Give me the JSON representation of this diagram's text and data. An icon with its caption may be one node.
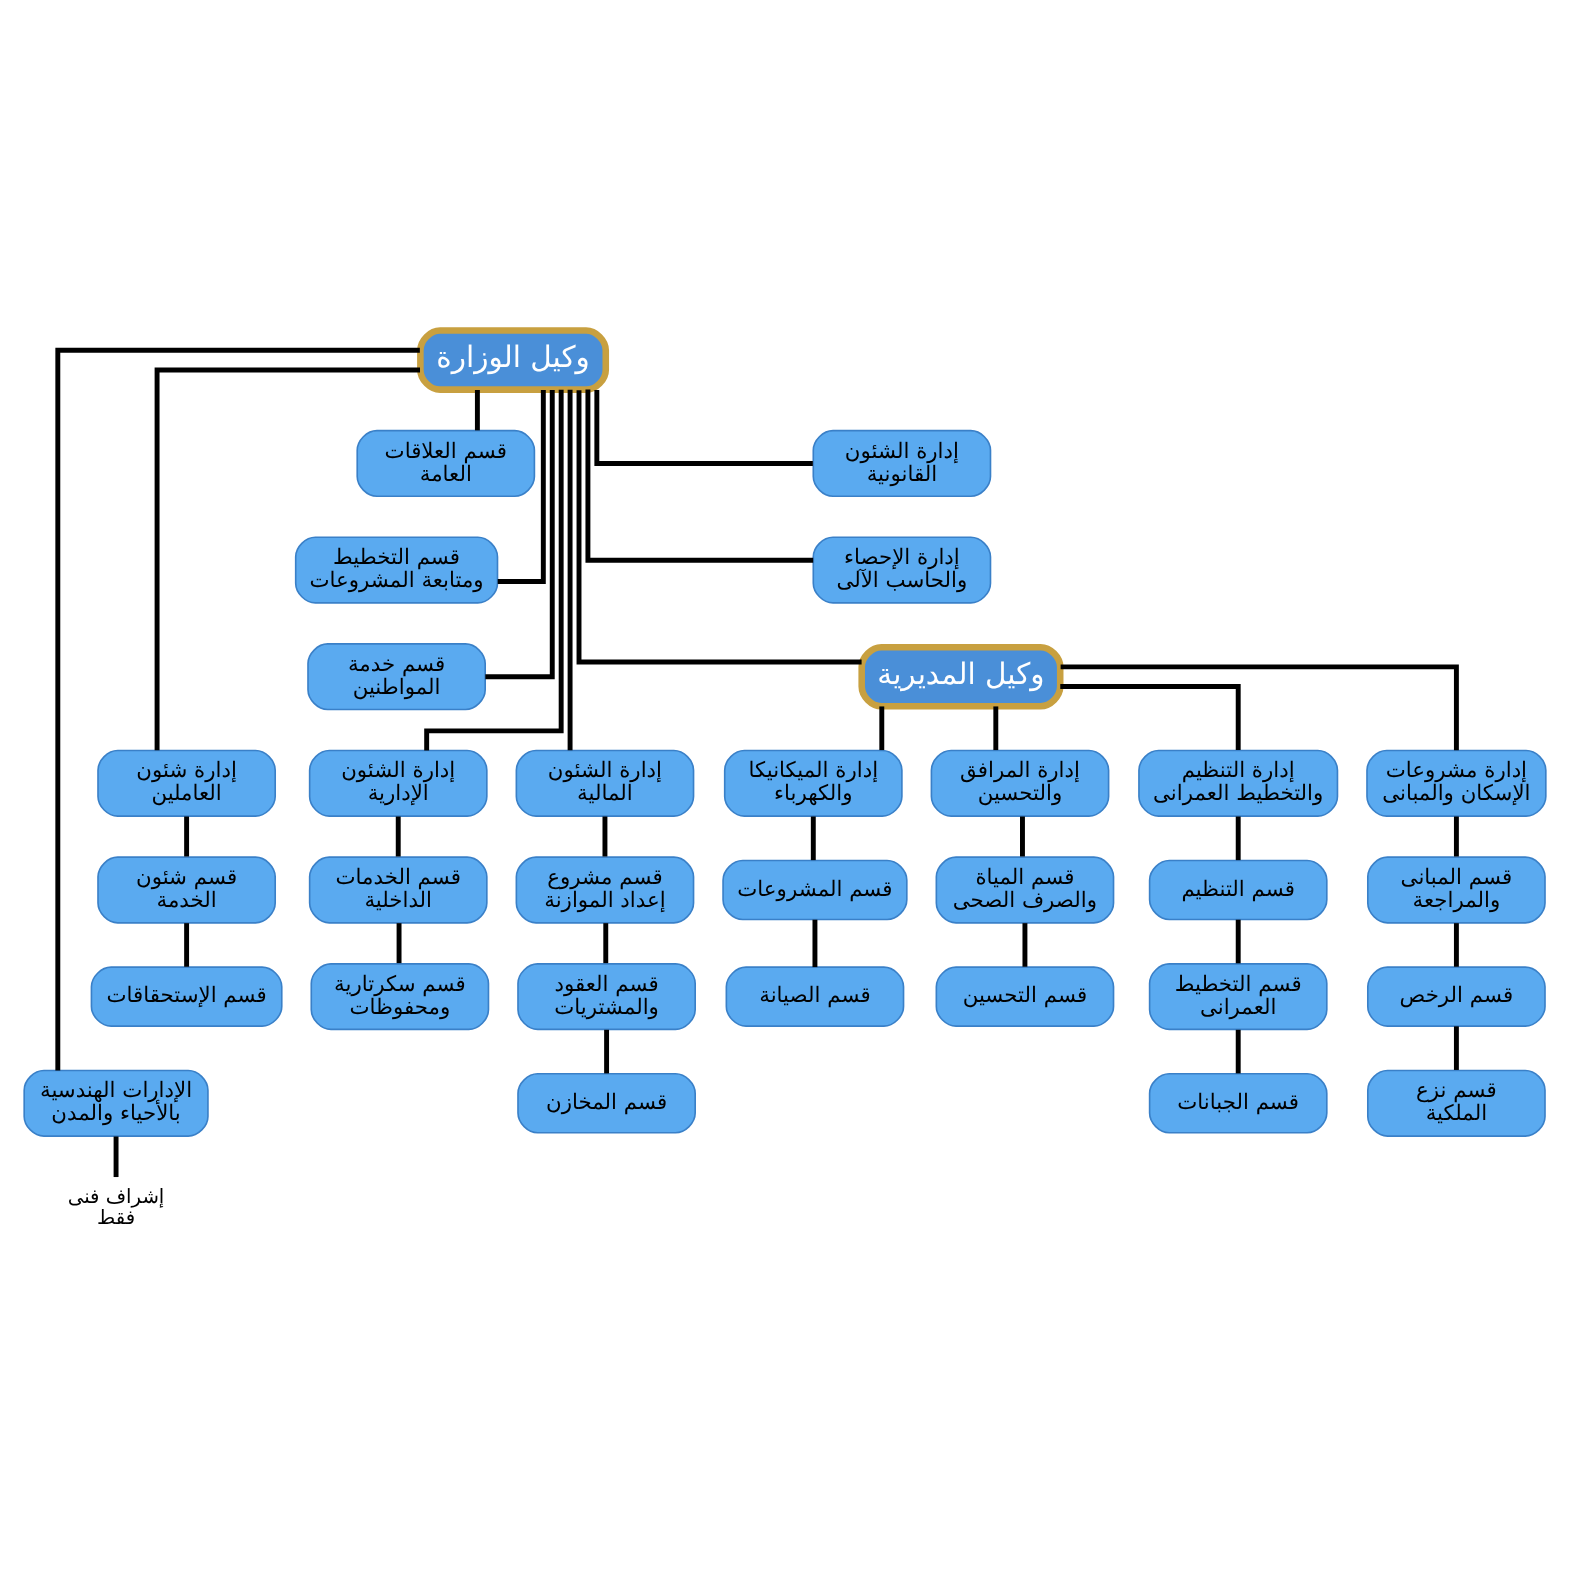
{
  "diagram": {
    "nodes": [
      {
        "text": [
          "وكيل الوزارة"
        ]
      },
      {
        "text": [
          "قسم العلاقات العامة"
        ]
      },
      {
        "text": [
          "قسم التخطيط ومتابعة المشروعات"
        ]
      },
      {
        "text": [
          "قسم خدمة المواطنين"
        ]
      },
      {
        "text": [
          "إدارة الشئون القانونية"
        ]
      },
      {
        "text": [
          "إدارة الإحصاء والحاسب الآلى"
        ]
      },
      {
        "text": [
          "وكيل المديرية"
        ]
      },
      {
        "text": [
          "إدارة شئون العاملين"
        ]
      },
      {
        "text": [
          "إدارة الشئون الإدارية"
        ]
      },
      {
        "text": [
          "إدارة الشئون المالية"
        ]
      },
      {
        "text": [
          "قسم شئون الخدمة"
        ]
      },
      {
        "text": [
          "قسم الإستحقاقات"
        ]
      },
      {
        "text": [
          "قسم الخدمات الداخلية"
        ]
      },
      {
        "text": [
          "قسم سكرتارية ومحفوظات"
        ]
      },
      {
        "text": [
          "قسم مشروع إعداد الموازنة"
        ]
      },
      {
        "text": [
          "قسم العقود والمشتريات"
        ]
      },
      {
        "text": [
          "قسم المخازن"
        ]
      },
      {
        "text": [
          "الإدارات الهندسية بالأحياء والمدن"
        ]
      },
      {
        "text": [
          "إدارة الميكانيكا والكهرباء"
        ]
      },
      {
        "text": [
          "إدارة المرافق والتحسين"
        ]
      },
      {
        "text": [
          "إدارة التنظيم والتخطيط العمرانى"
        ]
      },
      {
        "text": [
          "إدارة مشروعات الإسكان والمبانى"
        ]
      },
      {
        "text": [
          "قسم المشروعات"
        ]
      },
      {
        "text": [
          "قسم الصيانة"
        ]
      },
      {
        "text": [
          "قسم المياة والصرف الصحى"
        ]
      },
      {
        "text": [
          "قسم التحسين"
        ]
      },
      {
        "text": [
          "قسم التنظيم"
        ]
      },
      {
        "text": [
          "قسم التخطيط العمرانى"
        ]
      },
      {
        "text": [
          "قسم الجبانات"
        ]
      },
      {
        "text": [
          "قسم المبانى والمراجعة"
        ]
      },
      {
        "text": [
          "قسم الرخص"
        ]
      },
      {
        "text": [
          "قسم نزع الملكية"
        ]
      },
      {
        "text": [
          "إشراف فنى فقط"
        ]
      }
    ],
    "edges": [
      {
        "from": 0,
        "to": 1,
        "arrow": "none"
      },
      {
        "from": 0,
        "to": 2,
        "arrow": "none"
      },
      {
        "from": 0,
        "to": 3,
        "arrow": "none"
      },
      {
        "from": 0,
        "to": 4,
        "arrow": "none"
      },
      {
        "from": 0,
        "to": 5,
        "arrow": "none"
      },
      {
        "from": 0,
        "to": 6,
        "arrow": "none"
      },
      {
        "from": 0,
        "to": 7,
        "arrow": "none"
      },
      {
        "from": 0,
        "to": 8,
        "arrow": "none"
      },
      {
        "from": 0,
        "to": 9,
        "arrow": "none"
      },
      {
        "from": 7,
        "to": 10,
        "arrow": "none"
      },
      {
        "from": 10,
        "to": 11,
        "arrow": "none"
      },
      {
        "from": 8,
        "to": 12,
        "arrow": "none"
      },
      {
        "from": 12,
        "to": 13,
        "arrow": "none"
      },
      {
        "from": 9,
        "to": 14,
        "arrow": "none"
      },
      {
        "from": 14,
        "to": 15,
        "arrow": "none"
      },
      {
        "from": 15,
        "to": 16,
        "arrow": "none"
      },
      {
        "from": 0,
        "to": 17,
        "arrow": "none"
      },
      {
        "from": 6,
        "to": 18,
        "arrow": "none"
      },
      {
        "from": 6,
        "to": 19,
        "arrow": "none"
      },
      {
        "from": 6,
        "to": 20,
        "arrow": "none"
      },
      {
        "from": 6,
        "to": 21,
        "arrow": "none"
      },
      {
        "from": 18,
        "to": 22,
        "arrow": "none"
      },
      {
        "from": 22,
        "to": 23,
        "arrow": "none"
      },
      {
        "from": 19,
        "to": 24,
        "arrow": "none"
      },
      {
        "from": 24,
        "to": 25,
        "arrow": "none"
      },
      {
        "from": 20,
        "to": 26,
        "arrow": "none"
      },
      {
        "from": 26,
        "to": 27,
        "arrow": "none"
      },
      {
        "from": 27,
        "to": 28,
        "arrow": "none"
      },
      {
        "from": 21,
        "to": 29,
        "arrow": "none"
      },
      {
        "from": 29,
        "to": 30,
        "arrow": "none"
      },
      {
        "from": 30,
        "to": 31,
        "arrow": "none"
      },
      {
        "from": 17,
        "to": 32,
        "arrow": "none"
      }
    ]
  }
}
